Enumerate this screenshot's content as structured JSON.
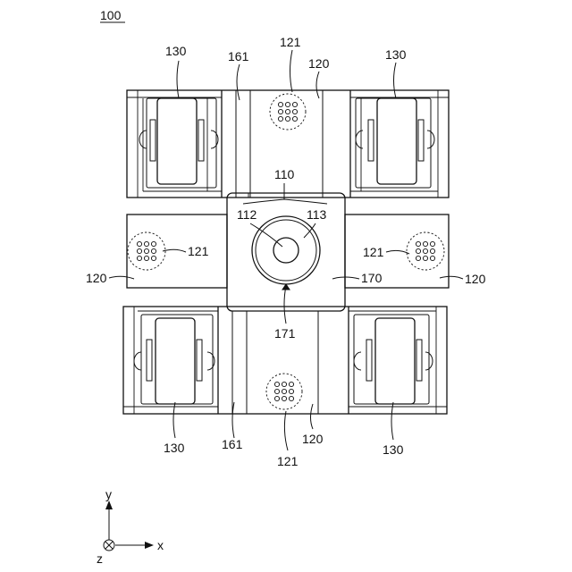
{
  "figure": {
    "ref": "100",
    "labels": {
      "l110": "110",
      "l112": "112",
      "l113": "113",
      "l170": "170",
      "l171": "171",
      "l121_top": "121",
      "l120_top": "120",
      "l161_top": "161",
      "l130_tl": "130",
      "l130_tr": "130",
      "l121_left": "121",
      "l120_left": "120",
      "l121_right": "121",
      "l120_right": "120",
      "l130_bl": "130",
      "l161_bottom": "161",
      "l121_bottom": "121",
      "l120_bottom": "120",
      "l130_br": "130"
    },
    "axes": {
      "x": "x",
      "y": "y",
      "z": "z"
    }
  }
}
